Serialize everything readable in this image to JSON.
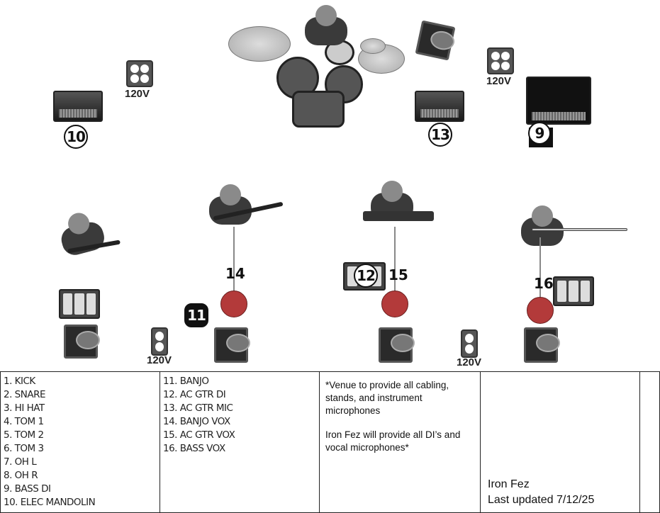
{
  "stage": {
    "voltage_label": "120V",
    "markers": {
      "n9": "9",
      "n10": "10",
      "n11": "11",
      "n12": "12",
      "n13": "13",
      "n14": "14",
      "n15": "15",
      "n16": "16"
    },
    "mic_stand_color": "#b33a3a"
  },
  "input_list": {
    "col1": [
      "1. KICK",
      "2. SNARE",
      "3. HI HAT",
      "4. TOM 1",
      "5. TOM 2",
      "6. TOM 3",
      "7. OH L",
      "8. OH R",
      "9. BASS DI",
      "10. ELEC MANDOLIN"
    ],
    "col2": [
      "11. BANJO",
      "12. AC GTR DI",
      "13. AC GTR MIC",
      "14. BANJO VOX",
      "15. AC GTR VOX",
      "16. BASS VOX"
    ]
  },
  "notes": {
    "venue": "*Venue to provide all cabling, stands, and instrument microphones",
    "band": "Iron Fez will provide all DI’s and vocal microphones*"
  },
  "footer": {
    "band_name": "Iron Fez",
    "updated": "Last updated 7/12/25"
  }
}
